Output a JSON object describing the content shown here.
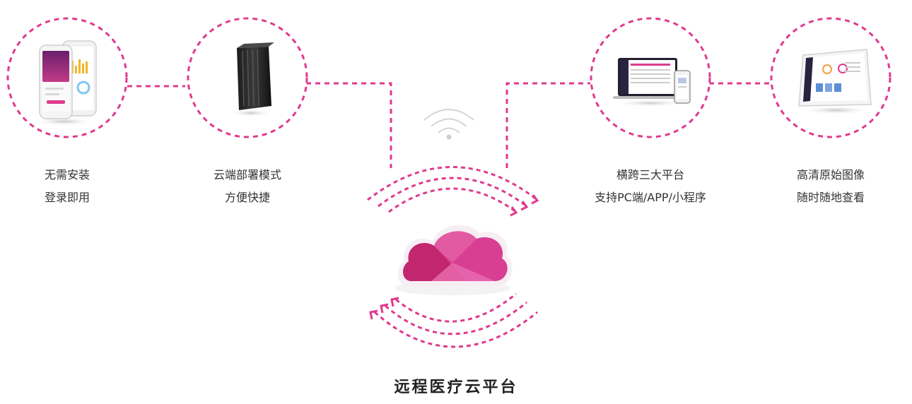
{
  "colors": {
    "accent": "#e0398e",
    "cloud_dark": "#c2266f",
    "cloud_mid": "#d83f92",
    "cloud_light": "#e86aae",
    "text": "#333333"
  },
  "features": [
    {
      "icon": "mobile-app-icon",
      "line1": "无需安装",
      "line2": "登录即用"
    },
    {
      "icon": "server-icon",
      "line1": "云端部署模式",
      "line2": "方便快捷"
    },
    {
      "icon": "multi-device-icon",
      "line1": "横跨三大平台",
      "line2": "支持PC端/APP/小程序"
    },
    {
      "icon": "tablet-icon",
      "line1": "高清原始图像",
      "line2": "随时随地查看"
    }
  ],
  "center": {
    "title": "远程医疗云平台",
    "icon": "cloud-icon",
    "signal_icon": "wifi-icon"
  }
}
